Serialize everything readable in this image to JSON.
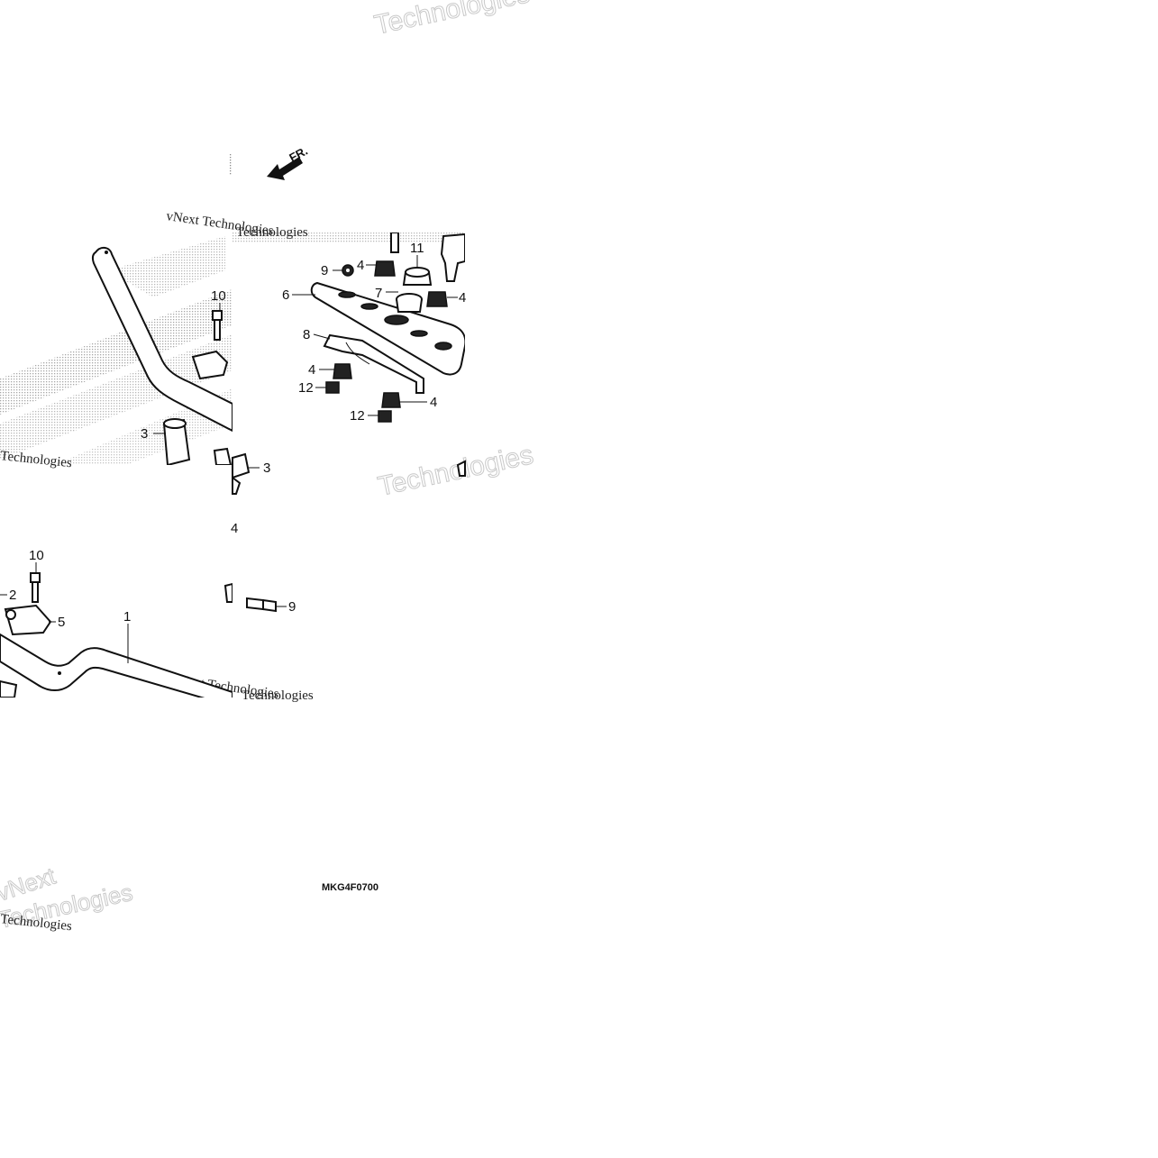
{
  "diagram": {
    "diagram_code": "MKG4F0700",
    "direction_label": "FR.",
    "watermark": {
      "brand_word": "Technologies",
      "brand_full": "vNext Technologies",
      "brand_short": "vNext"
    },
    "callouts": [
      "1",
      "2",
      "3",
      "4",
      "5",
      "6",
      "7",
      "8",
      "9",
      "10",
      "11",
      "12"
    ]
  }
}
